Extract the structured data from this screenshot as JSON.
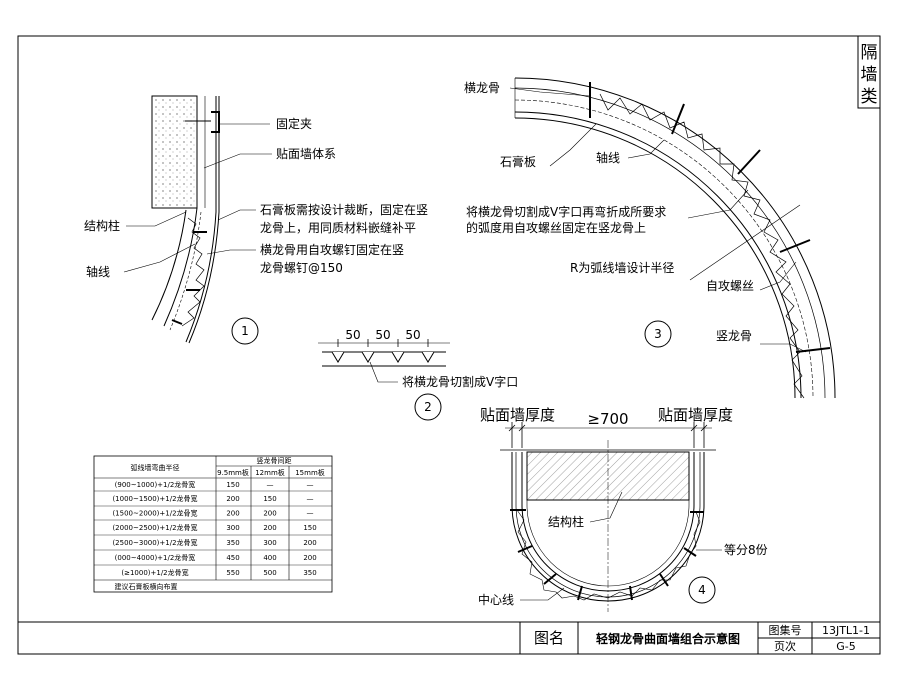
{
  "side_tab": {
    "chars": [
      "隔",
      "墙",
      "类"
    ]
  },
  "detail1": {
    "callouts": {
      "clamp": "固定夹",
      "facing_system": "贴面墙体系",
      "gypsum_note_1": "石膏板需按设计裁断，固定在竖",
      "gypsum_note_2": "龙骨上，用同质材料嵌缝补平",
      "structural_column": "结构柱",
      "axis": "轴线",
      "screw_note_1": "横龙骨用自攻螺钉固定在竖",
      "screw_note_2": "龙骨螺钉@150"
    },
    "number": "1"
  },
  "detail2": {
    "dimensions": [
      "50",
      "50",
      "50"
    ],
    "note": "将横龙骨切割成V字口",
    "number": "2"
  },
  "detail3": {
    "callouts": {
      "horizontal_keel": "横龙骨",
      "gypsum_board": "石膏板",
      "axis": "轴线",
      "cut_note_1": "将横龙骨切割成V字口再弯折成所要求",
      "cut_note_2": "的弧度用自攻螺丝固定在竖龙骨上",
      "radius_note": "R为弧线墙设计半径",
      "self_tapping_screw": "自攻螺丝",
      "vertical_keel": "竖龙骨"
    },
    "number": "3"
  },
  "detail4": {
    "dim_left": "贴面墙厚度",
    "dim_center": "≥700",
    "dim_right": "贴面墙厚度",
    "structural_column": "结构柱",
    "divisions": "等分8份",
    "centerline": "中心线",
    "number": "4"
  },
  "spacing_table": {
    "col_header_radius": "弧线墙弯曲半径",
    "group_header": "竖龙骨间距",
    "sub_headers": [
      "9.5mm板",
      "12mm板",
      "15mm板"
    ],
    "rows": [
      [
        "(900~1000)+1/2龙骨宽",
        "150",
        "—",
        "—"
      ],
      [
        "(1000~1500)+1/2龙骨宽",
        "200",
        "150",
        "—"
      ],
      [
        "(1500~2000)+1/2龙骨宽",
        "200",
        "200",
        "—"
      ],
      [
        "(2000~2500)+1/2龙骨宽",
        "300",
        "200",
        "150"
      ],
      [
        "(2500~3000)+1/2龙骨宽",
        "350",
        "300",
        "200"
      ],
      [
        "(000~4000)+1/2龙骨宽",
        "450",
        "400",
        "200"
      ],
      [
        "(≥1000)+1/2龙骨宽",
        "550",
        "500",
        "350"
      ]
    ],
    "footer": "建议石膏板横向布置"
  },
  "title_block": {
    "label_name": "图名",
    "title": "轻钢龙骨曲面墙组合示意图",
    "label_atlas": "图集号",
    "atlas_no": "13JTL1-1",
    "label_page": "页次",
    "page_no": "G-5"
  }
}
